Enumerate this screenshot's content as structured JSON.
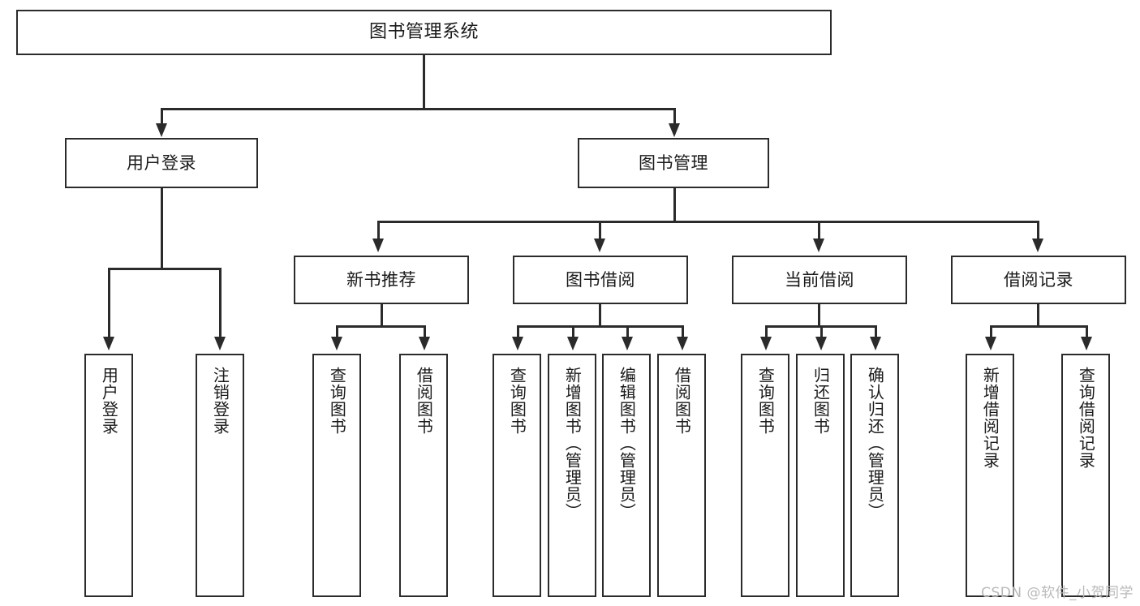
{
  "diagram": {
    "title": "图书管理系统",
    "root": {
      "label": "图书管理系统"
    },
    "level2": [
      {
        "label": "用户登录"
      },
      {
        "label": "图书管理"
      }
    ],
    "level3": [
      {
        "label": "新书推荐"
      },
      {
        "label": "图书借阅"
      },
      {
        "label": "当前借阅"
      },
      {
        "label": "借阅记录"
      }
    ],
    "leaves": {
      "user_login": [
        {
          "label": "用户登录"
        },
        {
          "label": "注销登录"
        }
      ],
      "new_book_recommend": [
        {
          "label": "查询图书"
        },
        {
          "label": "借阅图书"
        }
      ],
      "book_borrow": [
        {
          "label": "查询图书"
        },
        {
          "label": "新增图书（管理员）"
        },
        {
          "label": "编辑图书（管理员）"
        },
        {
          "label": "借阅图书"
        }
      ],
      "current_borrow": [
        {
          "label": "查询图书"
        },
        {
          "label": "归还图书"
        },
        {
          "label": "确认归还（管理员）"
        }
      ],
      "borrow_record": [
        {
          "label": "新增借阅记录"
        },
        {
          "label": "查询借阅记录"
        }
      ]
    }
  },
  "watermark": "CSDN @软件_小贺同学",
  "colors": {
    "stroke": "#2b2b2b",
    "fill": "#ffffff",
    "text": "#1a1a1a",
    "watermark": "#b9b9b9"
  }
}
